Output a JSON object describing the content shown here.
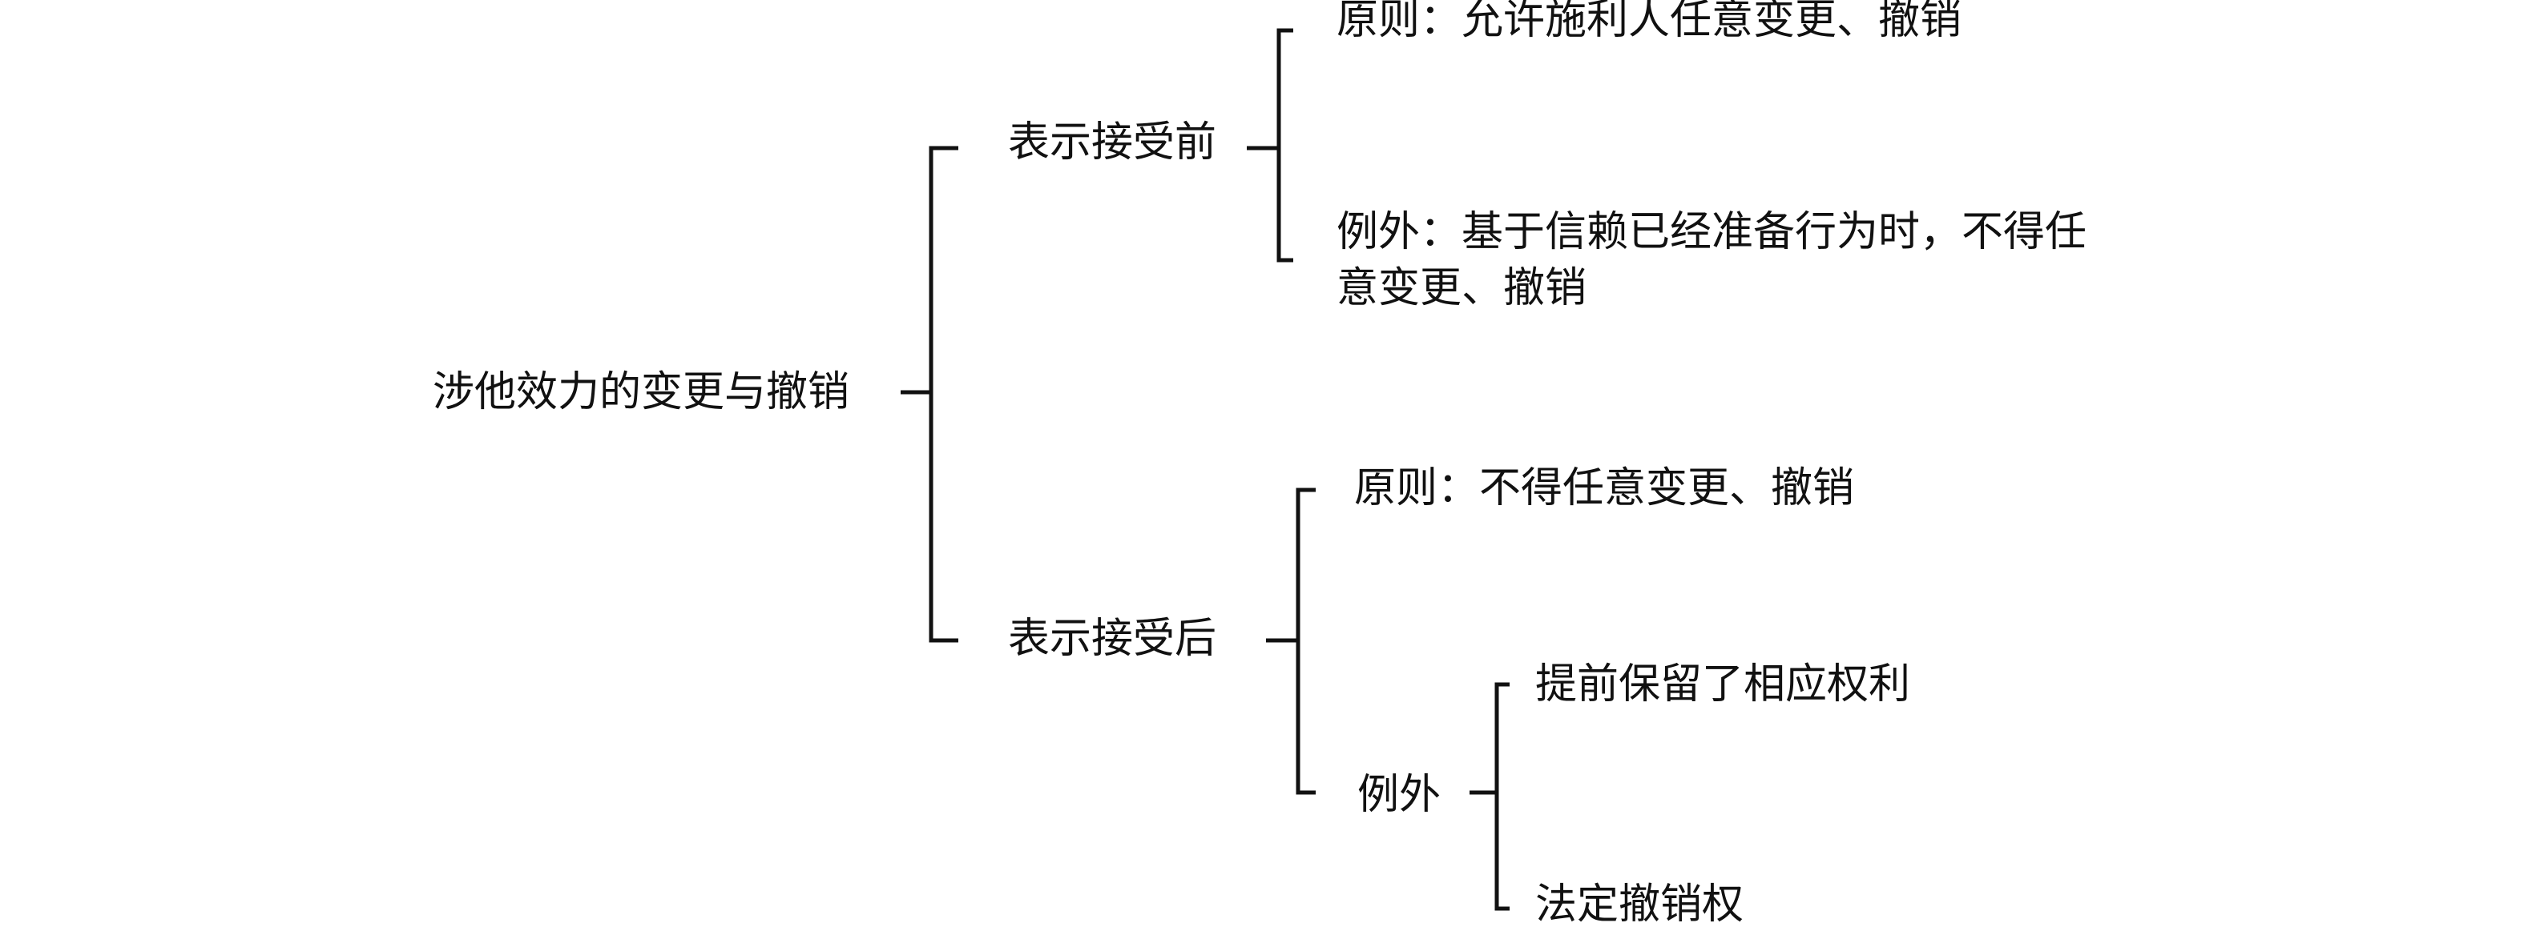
{
  "root": {
    "label": "涉他效力的变更与撤销"
  },
  "before": {
    "label": "表示接受前",
    "principle": "原则：允许施利人任意变更、撤销",
    "exception": "例外：基于信赖已经准备行为时，不得任意变更、撤销"
  },
  "after": {
    "label": "表示接受后",
    "principle": "原则：不得任意变更、撤销",
    "exception": {
      "label": "例外",
      "items": [
        "提前保留了相应权利",
        "法定撤销权"
      ]
    }
  },
  "colors": {
    "line": "#111111",
    "text": "#111111",
    "background": "#ffffff"
  }
}
